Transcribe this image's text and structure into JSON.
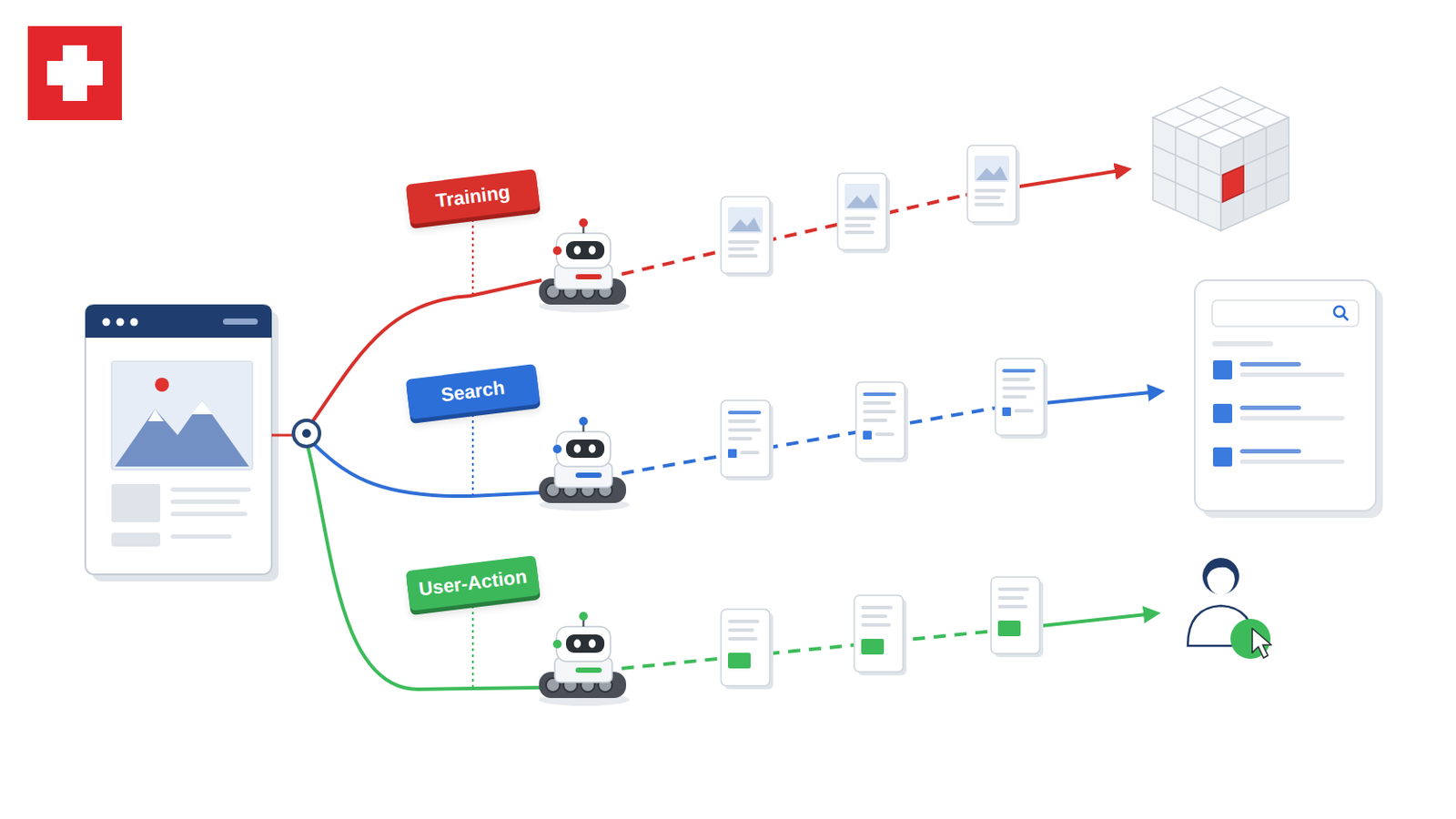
{
  "diagram": {
    "nodes": [
      {
        "text": [
          "Training"
        ]
      },
      {
        "text": [
          "Search"
        ]
      },
      {
        "text": [
          "User-Action"
        ]
      }
    ]
  }
}
